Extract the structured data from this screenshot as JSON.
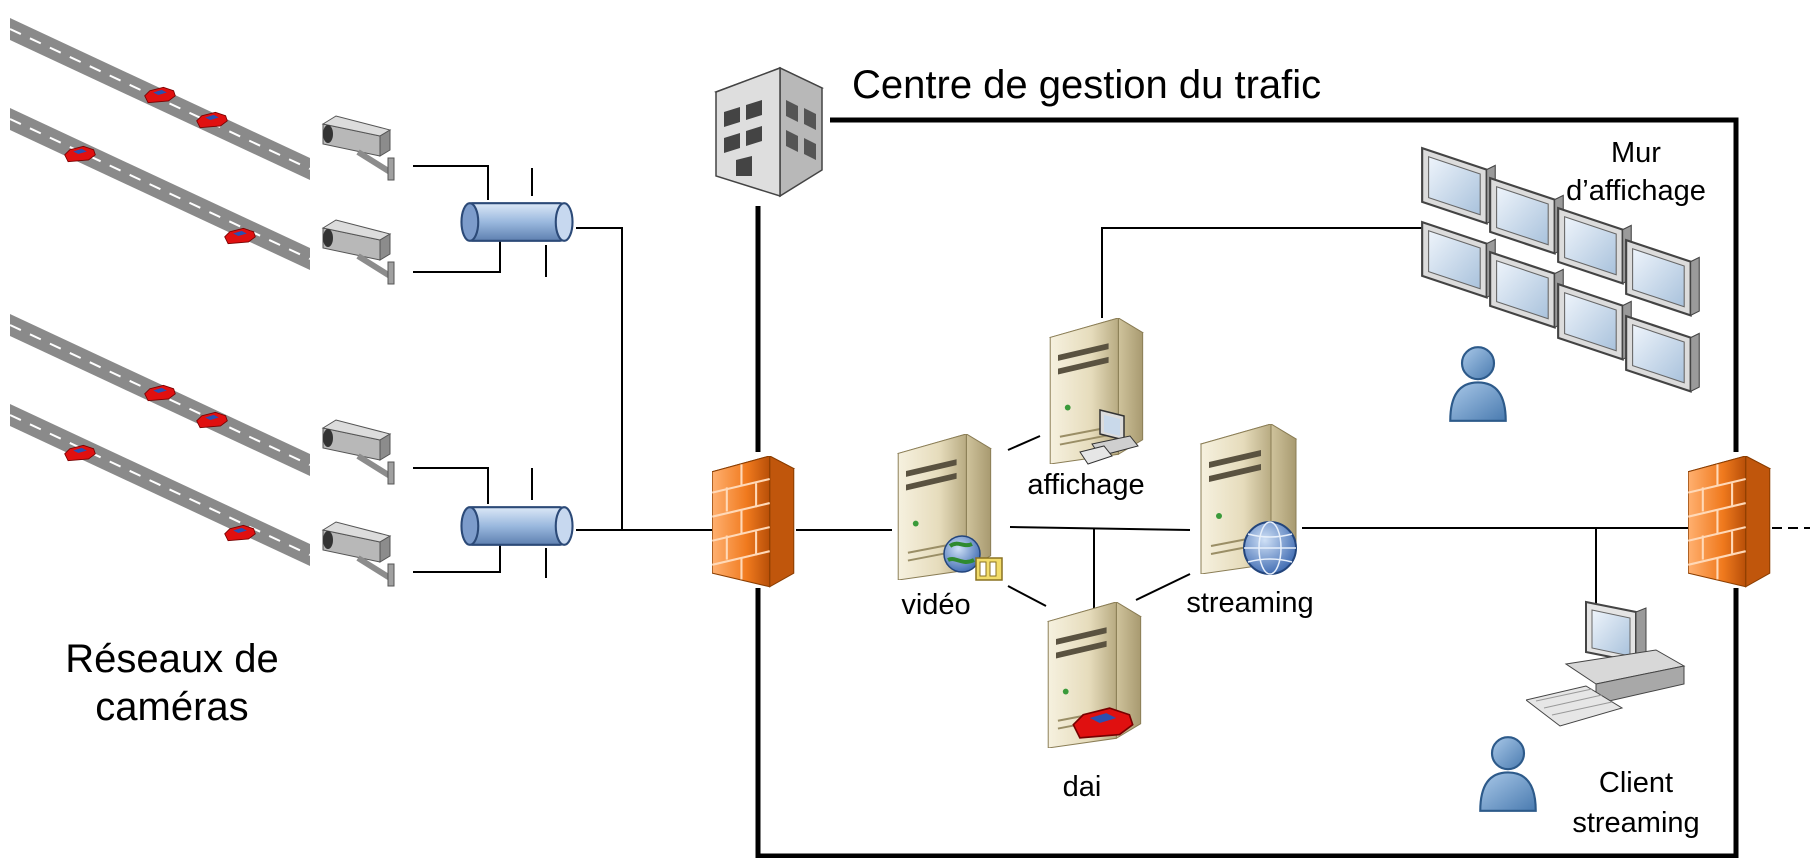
{
  "labels": {
    "center_title": "Centre de gestion du trafic",
    "camera_networks_line1": "Réseaux de",
    "camera_networks_line2": "caméras",
    "display_wall_line1": "Mur",
    "display_wall_line2": "d’affichage",
    "server_display": "affichage",
    "server_video": "vidéo",
    "server_streaming": "streaming",
    "server_dai": "dai",
    "client_line1": "Client",
    "client_line2": "streaming"
  },
  "colors": {
    "road": "#8a8a8a",
    "road_marking": "#ffffff",
    "car": "#e01010",
    "firewall": "#f07a1e",
    "server_body": "#e9e2c8",
    "hub": "#9ab8de",
    "monitor_screen": "#c9d9ea",
    "user": "#6d9bcb",
    "boundary": "#000000"
  }
}
